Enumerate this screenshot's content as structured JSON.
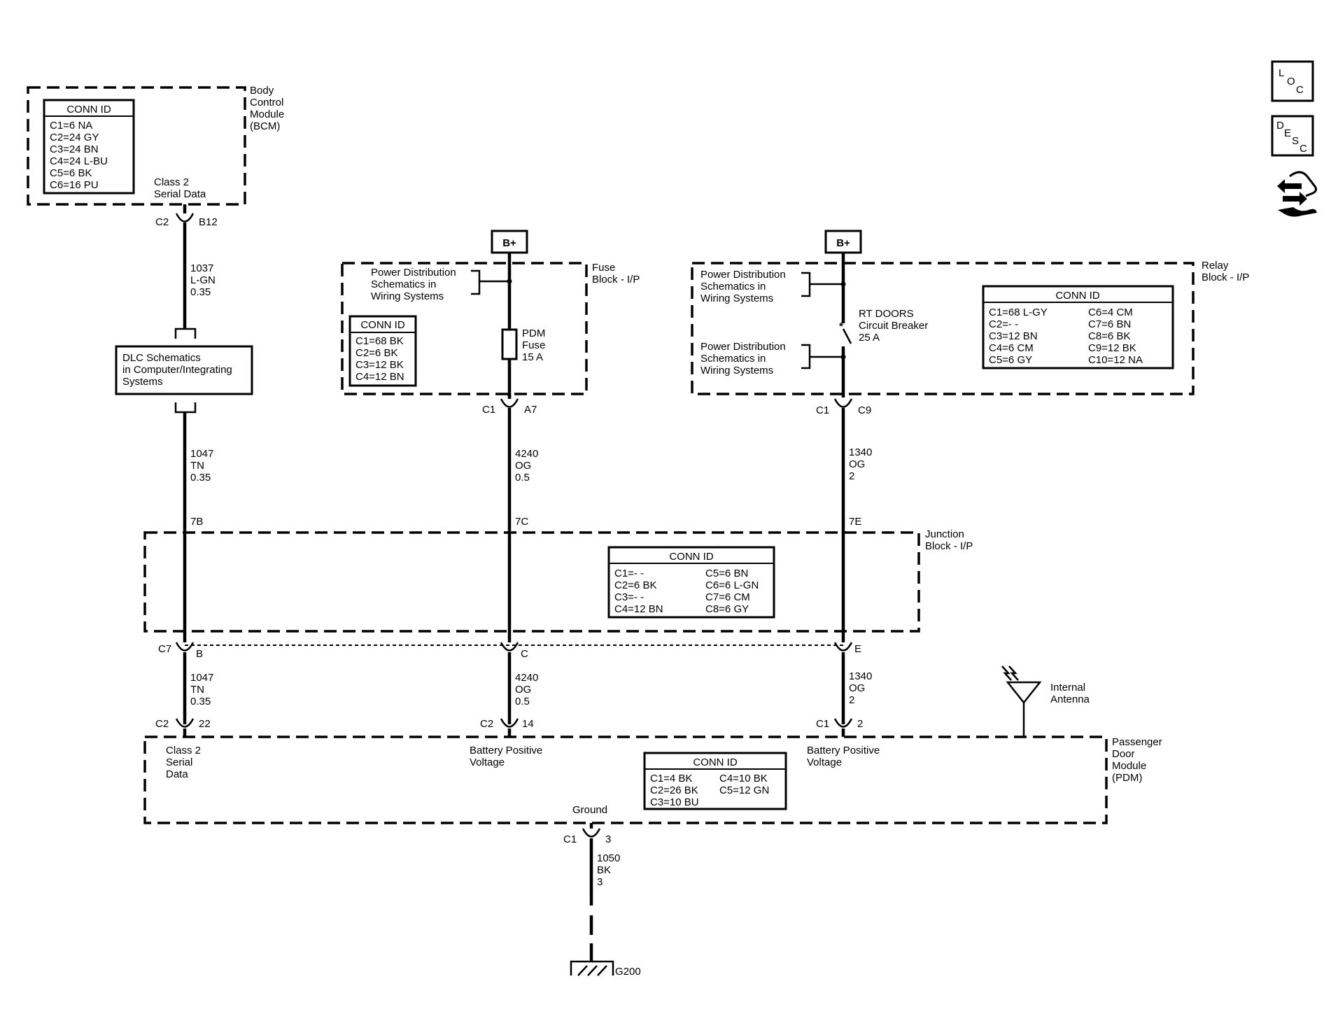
{
  "bcm": {
    "name": [
      "Body",
      "Control",
      "Module",
      "(BCM)"
    ],
    "conn_title": "CONN ID",
    "conns": [
      "C1=6 NA",
      "C2=24 GY",
      "C3=24 BN",
      "C4=24 L-BU",
      "C5=6 BK",
      "C6=16 PU"
    ],
    "signal": [
      "Class 2",
      "Serial Data"
    ],
    "connector": "C2",
    "pin": "B12"
  },
  "wire_1037": [
    "1037",
    "L-GN",
    "0.35"
  ],
  "dlc": [
    "DLC Schematics",
    "in Computer/Integrating",
    "Systems"
  ],
  "wire_1047_top": [
    "1047",
    "TN",
    "0.35"
  ],
  "bplus": "B+",
  "fuse_block": {
    "name": [
      "Fuse",
      "Block - I/P"
    ],
    "pd_ref": [
      "Power Distribution",
      "Schematics in",
      "Wiring  Systems"
    ],
    "conn_title": "CONN ID",
    "conns": [
      "C1=68 BK",
      "C2=6 BK",
      "C3=12 BK",
      "C4=12 BN"
    ],
    "fuse": [
      "PDM",
      "Fuse",
      "15 A"
    ],
    "connector": "C1",
    "pin": "A7"
  },
  "wire_4240_top": [
    "4240",
    "OG",
    "0.5"
  ],
  "relay_block": {
    "name": [
      "Relay",
      "Block - I/P"
    ],
    "pd_ref_1": [
      "Power Distribution",
      "Schematics in",
      "Wiring Systems"
    ],
    "pd_ref_2": [
      "Power Distribution",
      "Schematics in",
      "Wiring Systems"
    ],
    "breaker": [
      "RT DOORS",
      "Circuit Breaker",
      "25 A"
    ],
    "conn_title": "CONN ID",
    "conns_left": [
      "C1=68 L-GY",
      "C2=- -",
      "C3=12 BN",
      "C4=6 CM",
      "C5=6 GY"
    ],
    "conns_right": [
      "C6=4 CM",
      "C7=6 BN",
      "C8=6 BK",
      "C9=12 BK",
      "C10=12 NA"
    ],
    "connector": "C1",
    "pin": "C9"
  },
  "wire_1340_top": [
    "1340",
    "OG",
    "2"
  ],
  "junction_block": {
    "name": [
      "Junction",
      "Block - I/P"
    ],
    "pins_top": [
      "7B",
      "7C",
      "7E"
    ],
    "conn_title": "CONN ID",
    "conns_left": [
      "C1=- -",
      "C2=6 BK",
      "C3=- -",
      "C4=12 BN"
    ],
    "conns_right": [
      "C5=6 BN",
      "C6=6 L-GN",
      "C7=6 CM",
      "C8=6 GY"
    ],
    "connector": "C7",
    "pins_bottom": [
      "B",
      "C",
      "E"
    ]
  },
  "wire_1047_bot": [
    "1047",
    "TN",
    "0.35"
  ],
  "wire_4240_bot": [
    "4240",
    "OG",
    "0.5"
  ],
  "wire_1340_bot": [
    "1340",
    "OG",
    "2"
  ],
  "pdm": {
    "name": [
      "Passenger",
      "Door",
      "Module",
      "(PDM)"
    ],
    "conn_a": "C2",
    "pin_a": "22",
    "conn_b": "C2",
    "pin_b": "14",
    "conn_c": "C1",
    "pin_c": "2",
    "sig_a": [
      "Class 2",
      "Serial",
      "Data"
    ],
    "sig_b": [
      "Battery Positive",
      "Voltage"
    ],
    "sig_c": [
      "Battery Positive",
      "Voltage"
    ],
    "conn_title": "CONN ID",
    "conns_left": [
      "C1=4 BK",
      "C2=26 BK",
      "C3=10 BU"
    ],
    "conns_right": [
      "C4=10 BK",
      "C5=12 GN"
    ],
    "ground_label": "Ground",
    "antenna": [
      "Internal",
      "Antenna"
    ],
    "gnd_connector": "C1",
    "gnd_pin": "3"
  },
  "wire_1050": [
    "1050",
    "BK",
    "3"
  ],
  "ground": "G200",
  "nav": {
    "loc": [
      "L",
      "O",
      "C"
    ],
    "desc": [
      "D",
      "E",
      "S",
      "C"
    ]
  }
}
